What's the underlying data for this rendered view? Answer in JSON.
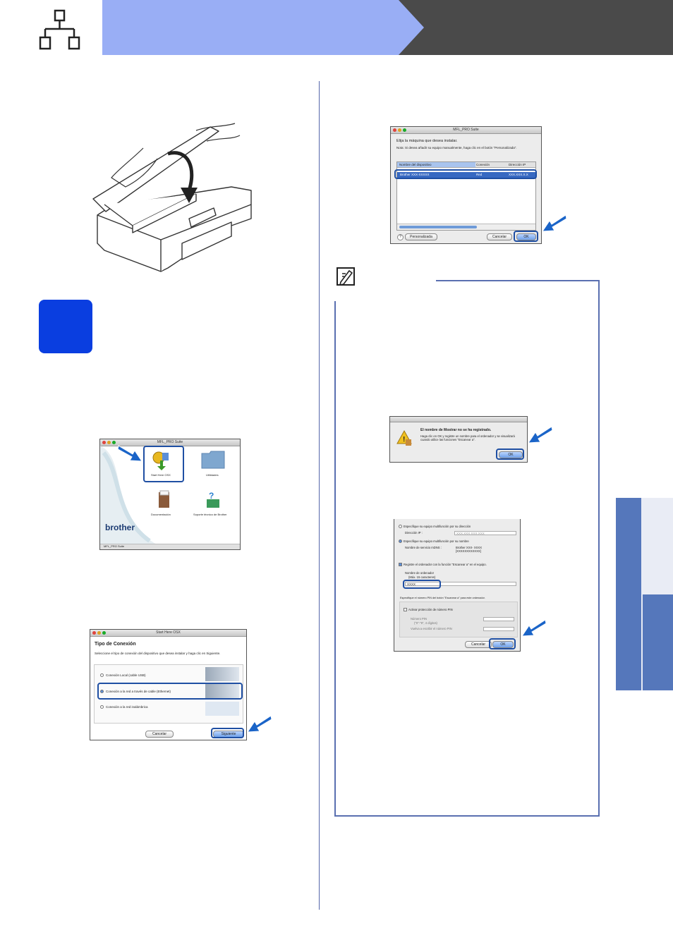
{
  "dialogs": {
    "select_machine": {
      "title": "MFL_PRO Suite",
      "heading": "Elija la máquina que desea instalar.",
      "note": "Nota: Si desea añadir su equipo manualmente, haga clic en el botón \"Personalizada\".",
      "columns": [
        "Nombre del dispositivo",
        "Conexión",
        "Dirección IP"
      ],
      "rows": [
        {
          "name": "Brother XXX-XXXXX",
          "conn": "Red",
          "ip": "XXX.XXX.X.X"
        }
      ],
      "custom_button": "Personalizada",
      "cancel_button": "Cancelar",
      "ok_button": "OK"
    },
    "suite_window": {
      "title": "MFL_PRO Suite",
      "items": [
        "Start Here OSX",
        "Utilidades",
        "Documentación",
        "Soporte técnico de Brother"
      ],
      "brand": "brother",
      "footer": "MFL_PRO Suite"
    },
    "connection_type": {
      "title": "Start Here OSX",
      "heading": "Tipo de Conexión",
      "instruction": "Seleccione el tipo de conexión del dispositivo que desea instalar y haga clic en Siguiente.",
      "options": [
        "Conexión Local (cable USB)",
        "Conexión a la red a través de cable (Ethernet)",
        "Conexión a la red inalámbrica"
      ],
      "cancel_button": "Cancelar",
      "next_button": "Siguiente"
    },
    "display_name_warning": {
      "heading": "El nombre de Mostrar no se ha registrado.",
      "body": "Haga clic en OK y registre un nombre para el ordenador y se visualizará cuando utilice las funciones \"Escanear a\".",
      "ok_button": "OK"
    },
    "scan_settings": {
      "opt_address": "Especifique su equipo multifunción por su dirección",
      "ip_label": "Dirección IP :",
      "ip_value": "XXX.XXX.XXX.XXX",
      "opt_name": "Especifique su equipo multifunción por su nombre",
      "mdns_label": "Nombre de servicio mDNS :",
      "mdns_value": "Brother XXX- XXXX [XXXXXXXXXXXX]",
      "register_label": "Registre el ordenador con la función \"Escanear a\" en el equipo.",
      "computer_name_label": "Nombre de ordenador",
      "computer_name_hint": "(Máx. 15 caracteres)",
      "computer_name_value": "XXXX",
      "pin_note": "Especifique el número PIN del botón \"Escanear a\" para este ordenador.",
      "pin_enable": "Activar protección de número PIN",
      "pin_label": "Número PIN",
      "pin_hint": "(\"0\"-\"9\", 4 dígitos)",
      "pin_repeat": "Vuelva a escribir el número PIN",
      "cancel_button": "Cancelar",
      "ok_button": "OK"
    }
  },
  "colors": {
    "header_light": "#99aef5",
    "header_dark": "#4a4a4a",
    "accent": "#0a3ee0",
    "side_tab": "#5577bb",
    "highlight": "#1f4fa3"
  }
}
